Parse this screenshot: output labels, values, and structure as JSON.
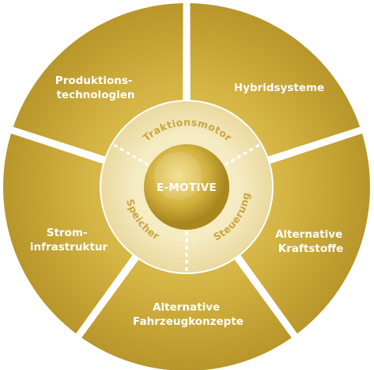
{
  "center": {
    "label": "E-MOTIVE"
  },
  "inner_ring": {
    "labels": [
      "Traktionsmotor",
      "Steuerung",
      "Speicher"
    ]
  },
  "segments": [
    {
      "lines": [
        "Hybridsysteme"
      ]
    },
    {
      "lines": [
        "Alternative",
        "Kraftstoffe"
      ]
    },
    {
      "lines": [
        "Alternative",
        "Fahrzeugkonzepte"
      ]
    },
    {
      "lines": [
        "Strom-",
        "infrastruktur"
      ]
    },
    {
      "lines": [
        "Produktions-",
        "technologien"
      ]
    }
  ],
  "colors": {
    "segment_light": "#d9b94a",
    "segment_dark": "#b8962a",
    "ring_fill": "#f0e3ad",
    "ring_text": "#c9a63c",
    "center_light": "#e3c85a",
    "center_dark": "#b08d22",
    "divider": "#ffffff"
  }
}
